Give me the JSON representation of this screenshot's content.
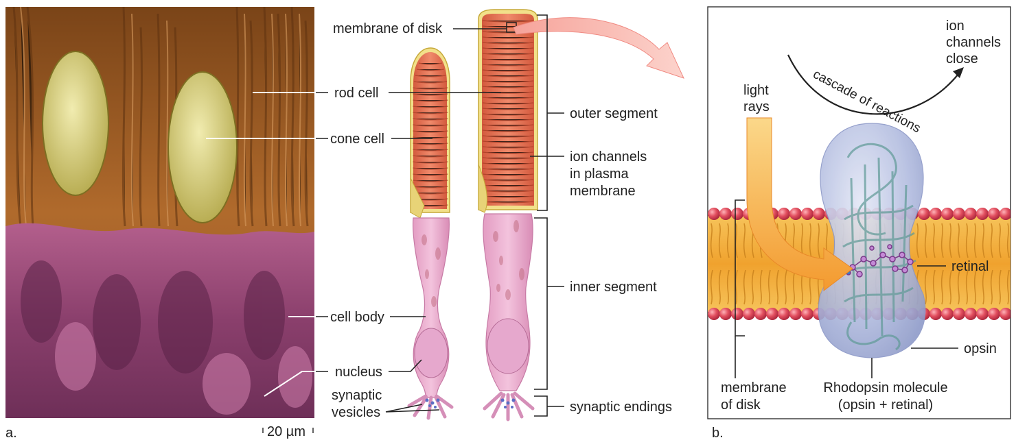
{
  "panel_a": {
    "panel_letter": "a.",
    "scale_bar": "20 µm",
    "labels": {
      "membrane_of_disk": "membrane of disk",
      "rod_cell": "rod cell",
      "cone_cell": "cone cell",
      "cell_body": "cell body",
      "nucleus": "nucleus",
      "synaptic_vesicles": [
        "synaptic",
        "vesicles"
      ],
      "outer_segment": "outer segment",
      "ion_channels": [
        "ion channels",
        "in plasma",
        "membrane"
      ],
      "inner_segment": "inner segment",
      "synaptic_endings": "synaptic endings"
    }
  },
  "panel_b": {
    "panel_letter": "b.",
    "labels": {
      "ion_channels_close": [
        "ion",
        "channels",
        "close"
      ],
      "cascade": "cascade of reactions",
      "light_rays": [
        "light",
        "rays"
      ],
      "retinal": "retinal",
      "opsin": "opsin",
      "membrane_of_disk": [
        "membrane",
        "of disk"
      ],
      "rhodopsin": [
        "Rhodopsin molecule",
        "(opsin + retinal)"
      ]
    }
  },
  "colors": {
    "rod_orange": "#e8775a",
    "disk_stripe": "#c94f34",
    "inner_pink": "#e9a6c9",
    "micrograph_orange": "#b06a2c",
    "micrograph_cone": "#d9d48a",
    "micrograph_purple": "#9a4f7a",
    "membrane_head": "#e0475a",
    "membrane_tail": "#f5b53c",
    "opsin_blue": "#a9b5dc",
    "light_arrow": "#f7a43a"
  }
}
